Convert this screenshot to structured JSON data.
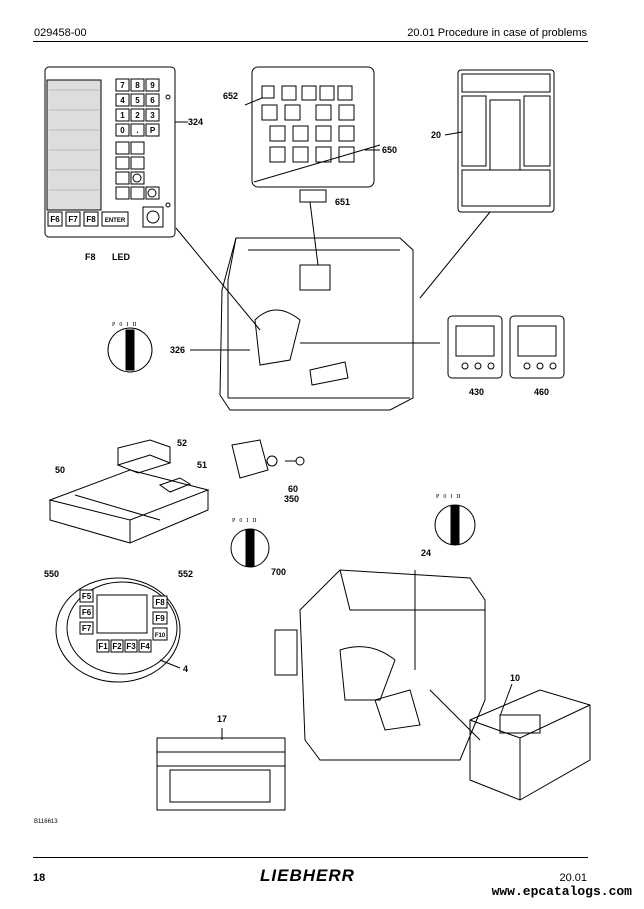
{
  "header": {
    "doc_number": "029458-00",
    "section_title": "20.01 Procedure in case of problems"
  },
  "footer": {
    "page_number": "18",
    "brand": "LIEBHERR",
    "section": "20.01",
    "watermark": "www.epcatalogs.com"
  },
  "figure": {
    "reference": "B116613",
    "callouts": {
      "c324": "324",
      "c652": "652",
      "c650": "650",
      "c651": "651",
      "c20": "20",
      "cF8": "F8",
      "cLED": "LED",
      "c326": "326",
      "c430": "430",
      "c460": "460",
      "c52": "52",
      "c50": "50",
      "c51": "51",
      "c60": "60",
      "c350": "350",
      "c700": "700",
      "c24": "24",
      "c550": "550",
      "c552": "552",
      "c4": "4",
      "c10": "10",
      "c17": "17"
    },
    "keypad_324": {
      "keys": [
        "7",
        "8",
        "9",
        "4",
        "5",
        "6",
        "1",
        "2",
        "3",
        "0",
        ".",
        "P"
      ],
      "fkeys": [
        "F6",
        "F7",
        "F8",
        "ENTER"
      ]
    },
    "display_4": {
      "left_keys": [
        "F5",
        "F6",
        "F7"
      ],
      "right_keys": [
        "F8",
        "F9",
        "F10"
      ],
      "bottom_keys": [
        "F1",
        "F2",
        "F3",
        "F4"
      ]
    },
    "key_switch_labels": [
      "P",
      "0",
      "I",
      "II"
    ]
  }
}
